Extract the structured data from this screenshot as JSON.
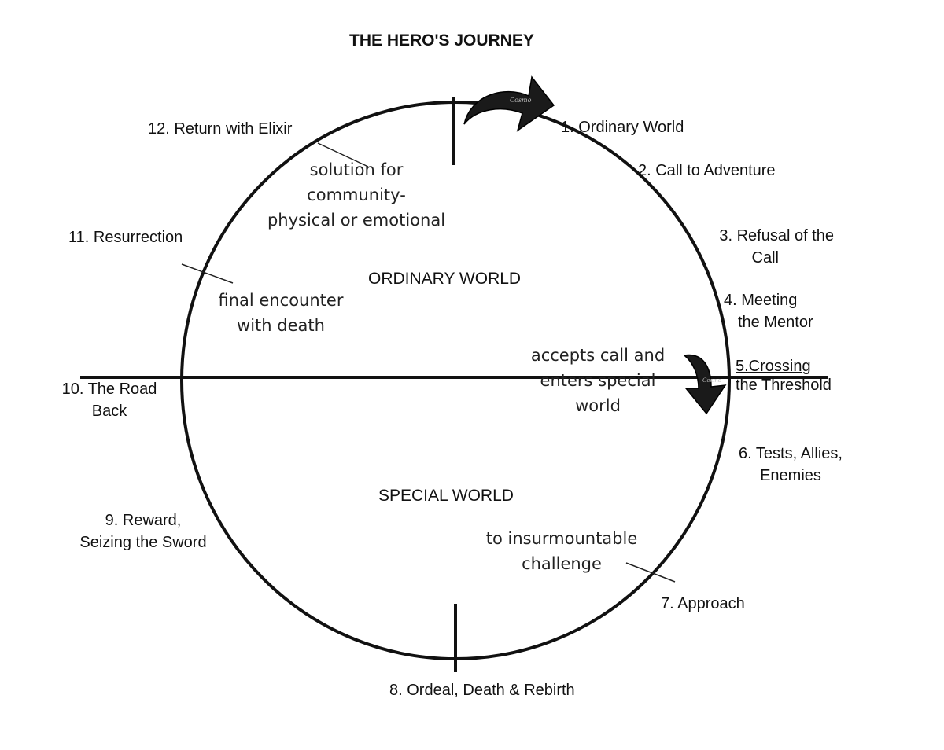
{
  "title": "THE HERO'S JOURNEY",
  "regions": {
    "ordinary": "ORDINARY WORLD",
    "special": "SPECIAL WORLD"
  },
  "stages": {
    "s1": "1.  Ordinary World",
    "s2": "2. Call to Adventure",
    "s3_line1": "3. Refusal of the",
    "s3_line2": "Call",
    "s4_line1": "4. Meeting",
    "s4_line2": "the Mentor",
    "s5_line1": "5.Crossing",
    "s5_line2": "the Threshold",
    "s6_line1": "6. Tests, Allies,",
    "s6_line2": "Enemies",
    "s7": "7. Approach",
    "s8": "8. Ordeal, Death & Rebirth",
    "s9_line1": "9. Reward,",
    "s9_line2": "Seizing the Sword",
    "s10_line1": "10. The Road",
    "s10_line2": "Back",
    "s11": "11. Resurrection",
    "s12": "12. Return with Elixir"
  },
  "notes": {
    "elixir_line1": "solution for",
    "elixir_line2": "community-",
    "elixir_line3": "physical or emotional",
    "resurrection_line1": "final encounter",
    "resurrection_line2": "with death",
    "threshold_line1": "accepts call and",
    "threshold_line2": "enters special",
    "threshold_line3": "world",
    "approach_line1": "to insurmountable",
    "approach_line2": "challenge"
  },
  "arrow_marks": {
    "top": "Cosmo",
    "right": "Cosmo"
  },
  "colors": {
    "ink": "#111111",
    "arrow": "#1a1a1a",
    "background": "#ffffff"
  }
}
